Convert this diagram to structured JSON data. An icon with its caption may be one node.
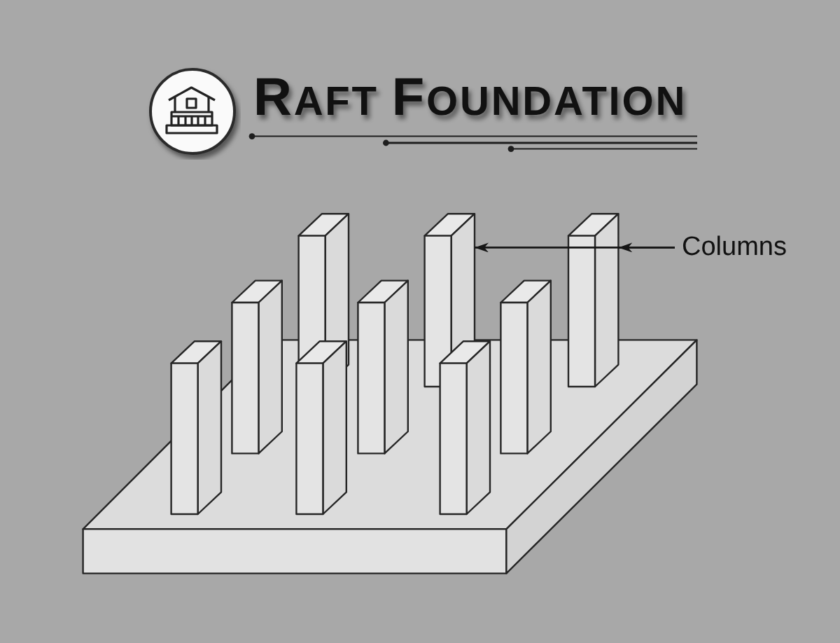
{
  "diagram": {
    "title": "RAFT FOUNDATION",
    "nodes": [
      {
        "text": [
          "Columns"
        ]
      },
      {
        "text": [],
        "shape": "box"
      },
      {
        "text": [],
        "shape": "box"
      }
    ],
    "edges": [
      {
        "from": 0,
        "to": 1,
        "arrow": "to"
      },
      {
        "from": 0,
        "to": 2,
        "arrow": "to"
      }
    ]
  }
}
